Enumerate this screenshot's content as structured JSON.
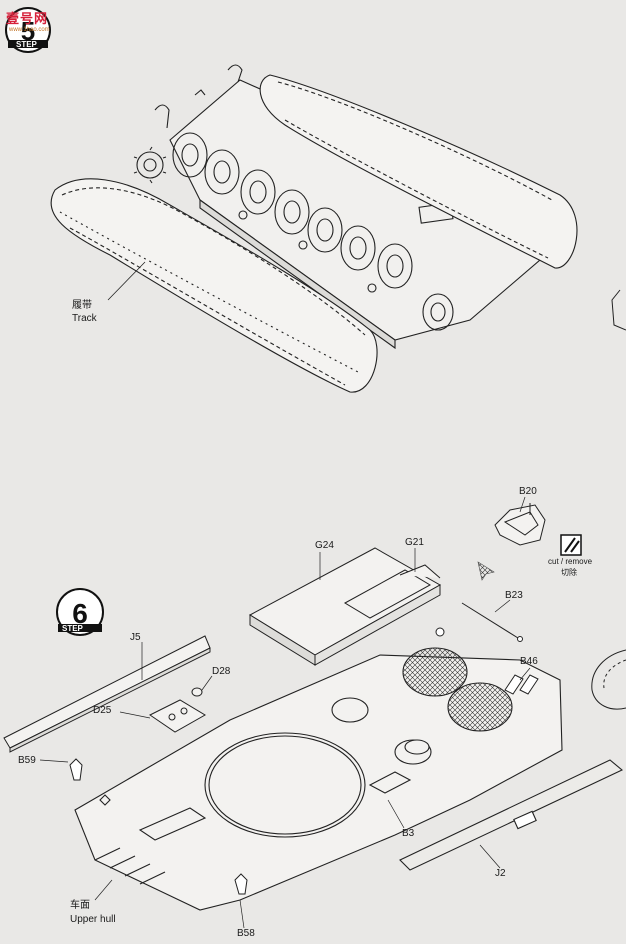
{
  "watermark": {
    "site_text": "壹号网",
    "site_sub": "www.1hao.com"
  },
  "steps": [
    {
      "number": "5",
      "label": "STEP"
    },
    {
      "number": "6",
      "label": "STEP"
    }
  ],
  "labels": {
    "track_cn": "履带",
    "track_en": "Track",
    "b20": "B20",
    "cut_remove": "cut / remove",
    "cut_cn": "切除",
    "g24": "G24",
    "g21": "G21",
    "b23": "B23",
    "j5": "J5",
    "d28": "D28",
    "d25": "D25",
    "b46": "B46",
    "b59": "B59",
    "b3": "B3",
    "j2": "J2",
    "upper_hull_cn": "车面",
    "upper_hull_en": "Upper hull",
    "b58": "B58"
  }
}
